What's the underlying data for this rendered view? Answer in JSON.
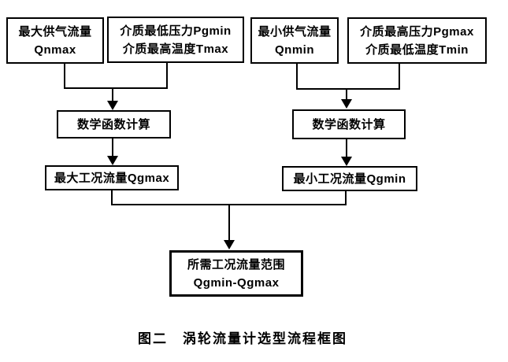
{
  "figure": {
    "nodes": {
      "qnmax": {
        "line1": "最大供气流量",
        "line2": "Qnmax"
      },
      "pgmin_tmax": {
        "line1": "介质最低压力Pgmin",
        "line2": "介质最高温度Tmax"
      },
      "qnmin": {
        "line1": "最小供气流量",
        "line2": "Qnmin"
      },
      "pgmax_tmin": {
        "line1": "介质最高压力Pgmax",
        "line2": "介质最低温度Tmin"
      },
      "math_left": {
        "label": "数学函数计算"
      },
      "math_right": {
        "label": "数学函数计算"
      },
      "qgmax": {
        "label": "最大工况流量Qgmax"
      },
      "qgmin": {
        "label": "最小工况流量Qgmin"
      },
      "result": {
        "line1": "所需工况流量范围",
        "line2": "Qgmin-Qgmax"
      }
    },
    "caption": "图二　涡轮流量计选型流程框图"
  },
  "colors": {
    "background": "#ffffff",
    "line": "#000000",
    "text": "#000000"
  }
}
